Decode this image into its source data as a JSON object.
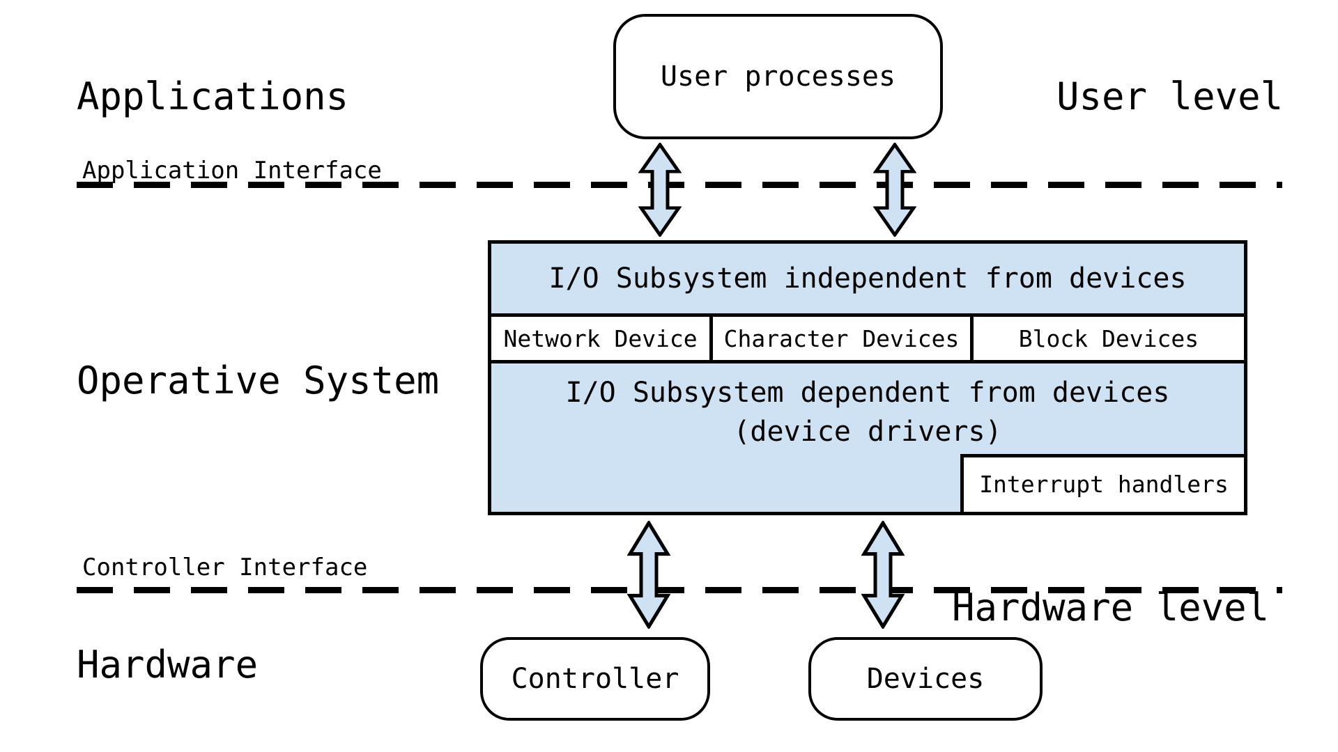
{
  "left_labels": {
    "applications": "Applications",
    "operative_system": "Operative System",
    "hardware": "Hardware"
  },
  "right_labels": {
    "user_level": "User level",
    "hardware_level": "Hardware level"
  },
  "interface_labels": {
    "application": "Application Interface",
    "controller": "Controller Interface"
  },
  "nodes": {
    "user_processes": "User processes",
    "controller": "Controller",
    "devices": "Devices"
  },
  "io_stack": {
    "independent": "I/O Subsystem independent from devices",
    "device_classes": [
      "Network Device",
      "Character Devices",
      "Block Devices"
    ],
    "dependent_line1": "I/O Subsystem dependent from devices",
    "dependent_line2": "(device drivers)",
    "interrupt_handlers": "Interrupt handlers"
  },
  "colors": {
    "box_fill": "#cfe2f3",
    "stroke": "#000000",
    "background": "#ffffff"
  }
}
